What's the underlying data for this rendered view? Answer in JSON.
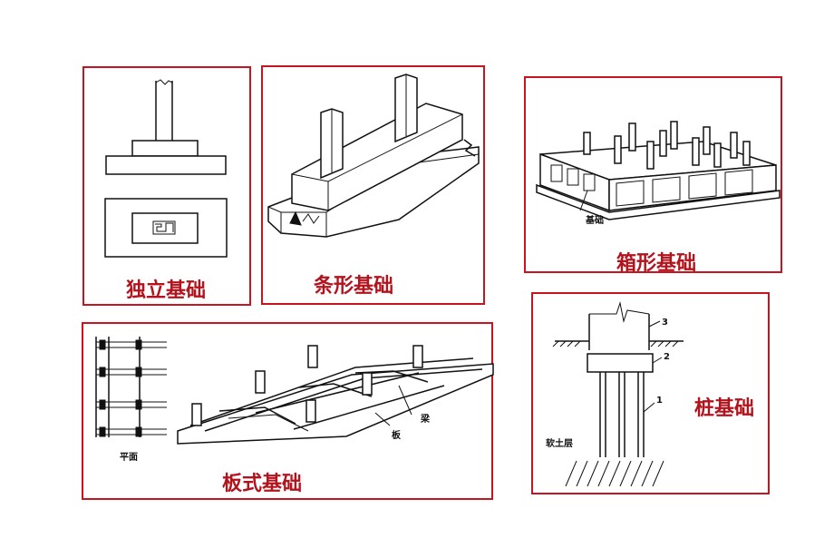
{
  "panels": {
    "isolated": {
      "caption": "独立基础"
    },
    "strip": {
      "caption": "条形基础"
    },
    "box": {
      "caption": "箱形基础",
      "label_foundation": "基础"
    },
    "raft": {
      "caption": "板式基础",
      "label_plan": "平面",
      "label_beam": "梁",
      "label_slab": "板"
    },
    "pile": {
      "caption": "桩基础",
      "label_soft_soil": "软土层",
      "label_1": "1",
      "label_2": "2",
      "label_3": "3"
    }
  },
  "colors": {
    "frame_red": "#c8141e",
    "caption_red": "#b3131c",
    "line": "#111111"
  }
}
